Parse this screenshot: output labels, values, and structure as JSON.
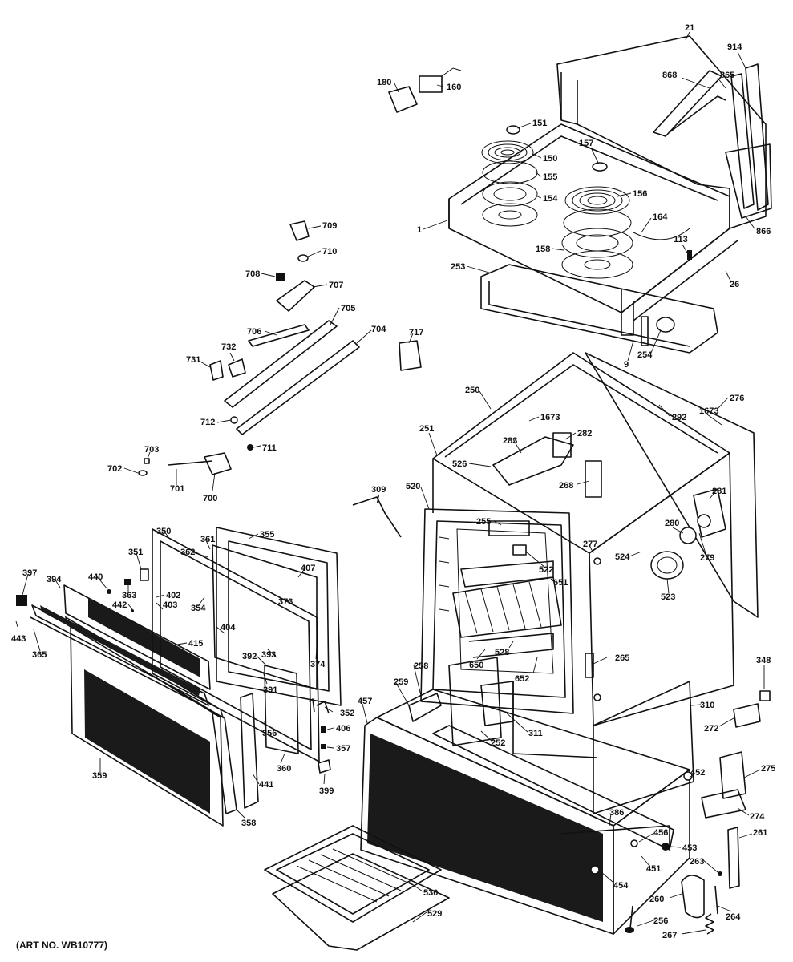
{
  "art_no": "(ART NO. WB10777)",
  "labels": {
    "l_21": "21",
    "l_914": "914",
    "l_868": "868",
    "l_865": "865",
    "l_180": "180",
    "l_160": "160",
    "l_151": "151",
    "l_157": "157",
    "l_150": "150",
    "l_155": "155",
    "l_154": "154",
    "l_156": "156",
    "l_164": "164",
    "l_158": "158",
    "l_1": "1",
    "l_866": "866",
    "l_113": "113",
    "l_26": "26",
    "l_253": "253",
    "l_9": "9",
    "l_254": "254",
    "l_709": "709",
    "l_710": "710",
    "l_708": "708",
    "l_707": "707",
    "l_705": "705",
    "l_706": "706",
    "l_704": "704",
    "l_717": "717",
    "l_732": "732",
    "l_731": "731",
    "l_712": "712",
    "l_711": "711",
    "l_703": "703",
    "l_702": "702",
    "l_701": "701",
    "l_700": "700",
    "l_250": "250",
    "l_276": "276",
    "l_1673a": "1673",
    "l_1673b": "1673",
    "l_292": "292",
    "l_251": "251",
    "l_283": "283",
    "l_282": "282",
    "l_526": "526",
    "l_268": "268",
    "l_281": "281",
    "l_309": "309",
    "l_520": "520",
    "l_255": "255",
    "l_280": "280",
    "l_279": "279",
    "l_277": "277",
    "l_522": "522",
    "l_524": "524",
    "l_651": "651",
    "l_523": "523",
    "l_350": "350",
    "l_355": "355",
    "l_351": "351",
    "l_361": "361",
    "l_362": "362",
    "l_407": "407",
    "l_397": "397",
    "l_394": "394",
    "l_440": "440",
    "l_363": "363",
    "l_402": "402",
    "l_373": "373",
    "l_442": "442",
    "l_354": "354",
    "l_403": "403",
    "l_404": "404",
    "l_443": "443",
    "l_365": "365",
    "l_415": "415",
    "l_374": "374",
    "l_392": "392",
    "l_393": "393",
    "l_650": "650",
    "l_528": "528",
    "l_652": "652",
    "l_265": "265",
    "l_348": "348",
    "l_391": "391",
    "l_258": "258",
    "l_259": "259",
    "l_457": "457",
    "l_310": "310",
    "l_352": "352",
    "l_272": "272",
    "l_356": "356",
    "l_406": "406",
    "l_311": "311",
    "l_252": "252",
    "l_357": "357",
    "l_360": "360",
    "l_359": "359",
    "l_399": "399",
    "l_452": "452",
    "l_275": "275",
    "l_441": "441",
    "l_274": "274",
    "l_358": "358",
    "l_386": "386",
    "l_456": "456",
    "l_261": "261",
    "l_453": "453",
    "l_451": "451",
    "l_263": "263",
    "l_530": "530",
    "l_454": "454",
    "l_260": "260",
    "l_264": "264",
    "l_529": "529",
    "l_256": "256",
    "l_267": "267"
  }
}
